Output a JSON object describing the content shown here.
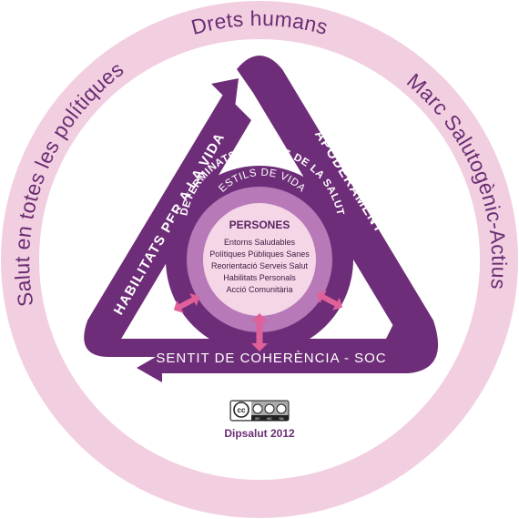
{
  "outer_ring": {
    "top": "Drets humans",
    "left": "Salut en totes les polítiques",
    "right": "Marc Salutogènic-Actius"
  },
  "triangle": {
    "left": "HABILITATS PER A LA VIDA",
    "right": "APODERAMENT",
    "bottom": "SENTIT DE COHERÈNCIA - SOC"
  },
  "rings": {
    "outer": "DETERMINATS SOCIALS DE LA SALUT",
    "inner": "ESTILS DE VIDA"
  },
  "center": {
    "title": "PERSONES",
    "items": [
      "Entorns Saludables",
      "Polítiques Públiques Sanes",
      "Reorientació Serveis Salut",
      "Habilitats Personals",
      "Acció Comunitària"
    ]
  },
  "license": {
    "badge": "cc",
    "terms": [
      "BY",
      "NC",
      "SA"
    ]
  },
  "credit": "Dipsalut 2012",
  "colors": {
    "outer_ring": "#f2cfe0",
    "triangle": "#6e2d78",
    "ring_dark": "#6e2d78",
    "ring_light": "#b779b7",
    "center": "#f4d6e6",
    "arrows": "#e0609a"
  }
}
